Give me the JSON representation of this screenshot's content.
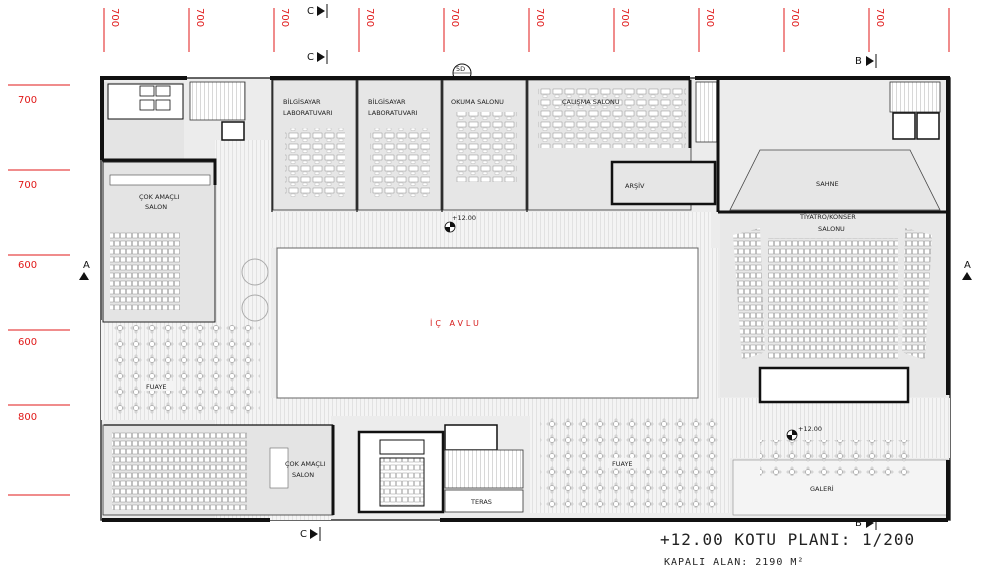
{
  "plan": {
    "dims_top": [
      "700",
      "700",
      "700",
      "700",
      "700",
      "700",
      "700",
      "700",
      "700",
      "700"
    ],
    "dims_left": [
      "700",
      "700",
      "600",
      "600",
      "800"
    ],
    "sections": {
      "c": "C",
      "b": "B",
      "a": "A"
    },
    "marker": "5D",
    "rooms": {
      "bilgisayar_1": [
        "BİLGİSAYAR",
        "LABORATUVARI"
      ],
      "bilgisayar_2": [
        "BİLGİSAYAR",
        "LABORATUVARI"
      ],
      "okuma": "OKUMA SALONU",
      "calisma": "ÇALIŞMA SALONU",
      "arsiv": "ARŞİV",
      "sahne": "SAHNE",
      "tiyatro": [
        "TİYATRO/KONSER",
        "SALONU"
      ],
      "cok_amacli_1": [
        "ÇOK AMAÇLI",
        "SALON"
      ],
      "cok_amacli_2": [
        "ÇOK AMAÇLI",
        "SALON"
      ],
      "ic_avlu": "İÇ AVLU",
      "fuaye_1": "FUAYE",
      "fuaye_2": "FUAYE",
      "teras": "TERAS",
      "galeri": "GALERİ"
    },
    "levels": {
      "upper": "+12.00",
      "lower": "+12.00"
    },
    "title": "+12.00 KOTU PLANI: 1/200",
    "area": "KAPALI ALAN: 2190 M²"
  }
}
